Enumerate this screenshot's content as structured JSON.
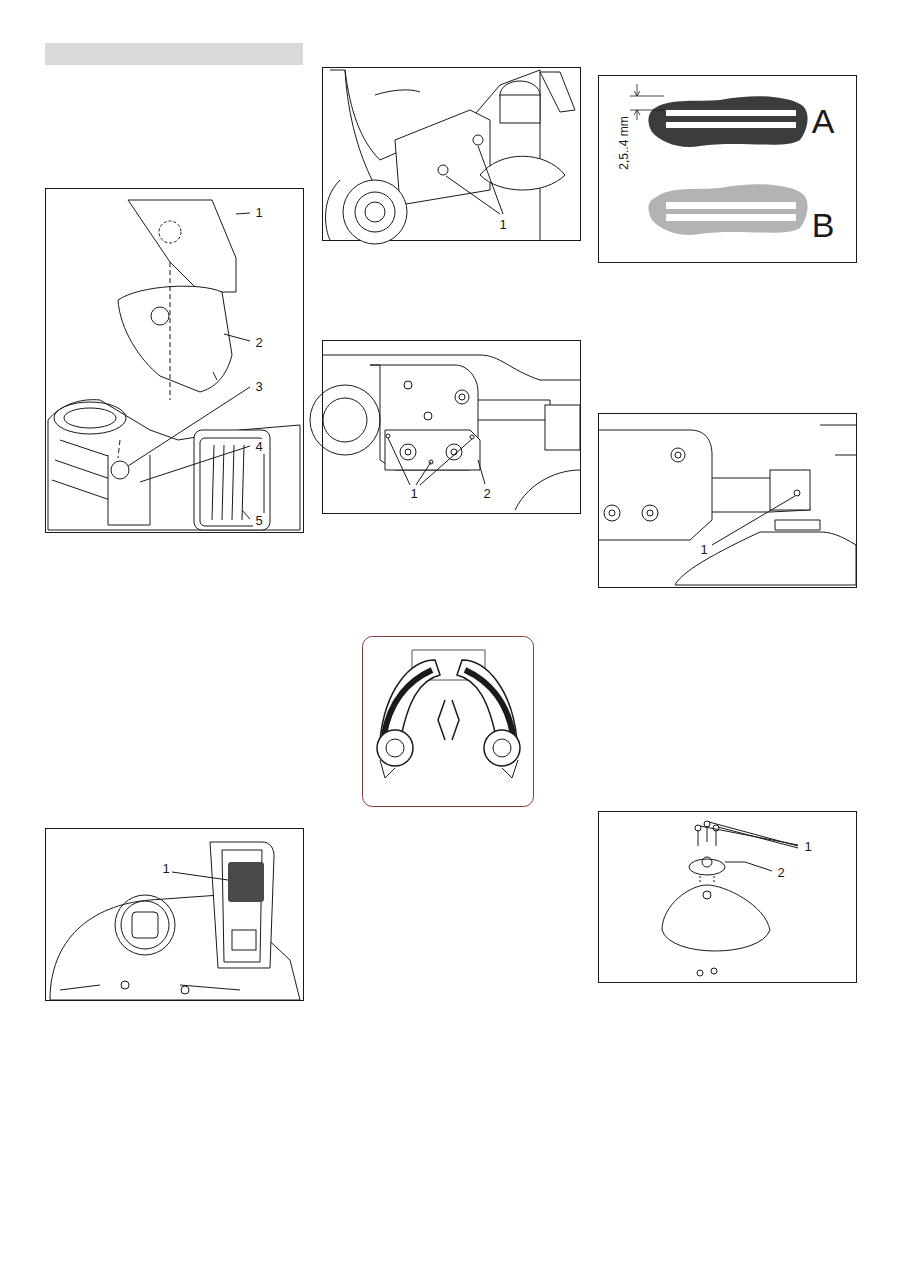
{
  "diagram": {
    "labels": [
      "1",
      "2",
      "3",
      "4",
      "5",
      "1",
      "1",
      "1",
      "2",
      "A",
      "B",
      "2,5..4 mm",
      "1",
      "1",
      "2"
    ]
  }
}
